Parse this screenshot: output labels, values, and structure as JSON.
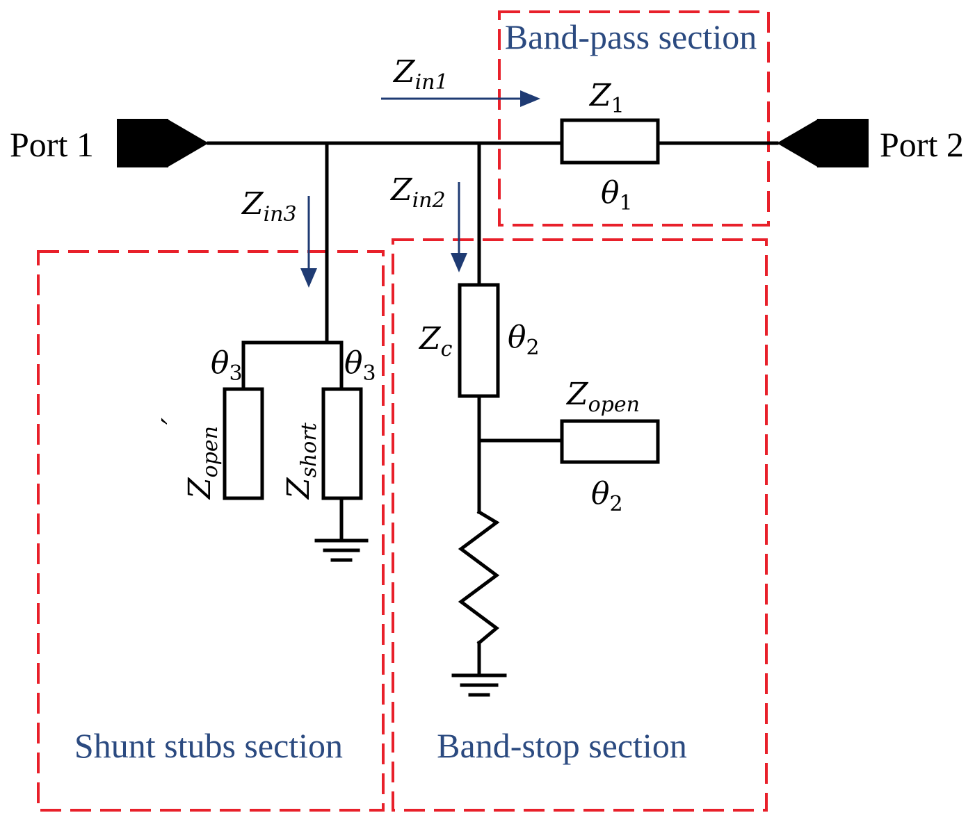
{
  "sections": {
    "band_pass": "Band-pass section",
    "band_stop": "Band-stop section",
    "shunt_stubs": "Shunt stubs section"
  },
  "ports": {
    "port1": "Port 1",
    "port2": "Port 2"
  },
  "symbols": {
    "zin1": {
      "main": "Z",
      "sub": "in1"
    },
    "zin2": {
      "main": "Z",
      "sub": "in2"
    },
    "zin3": {
      "main": "Z",
      "sub": "in3"
    },
    "z1": {
      "main": "Z",
      "sub": "1"
    },
    "theta1": {
      "main": "θ",
      "sub": "1"
    },
    "zc": {
      "main": "Z",
      "sub": "c"
    },
    "theta2_series": {
      "main": "θ",
      "sub": "2"
    },
    "zopen": {
      "main": "Z",
      "sub": "open"
    },
    "theta2_open": {
      "main": "θ",
      "sub": "2"
    },
    "theta3_left": {
      "main": "θ",
      "sub": "3"
    },
    "theta3_right": {
      "main": "θ",
      "sub": "3"
    },
    "zopen_prime": {
      "main": "Z",
      "sub": "open",
      "prime": "′"
    },
    "zshort": {
      "main": "Z",
      "sub": "short"
    }
  },
  "colors": {
    "section_border": "#e8202a",
    "arrow": "#1f3b73",
    "section_text": "#2b4a80",
    "wire": "#000000"
  }
}
